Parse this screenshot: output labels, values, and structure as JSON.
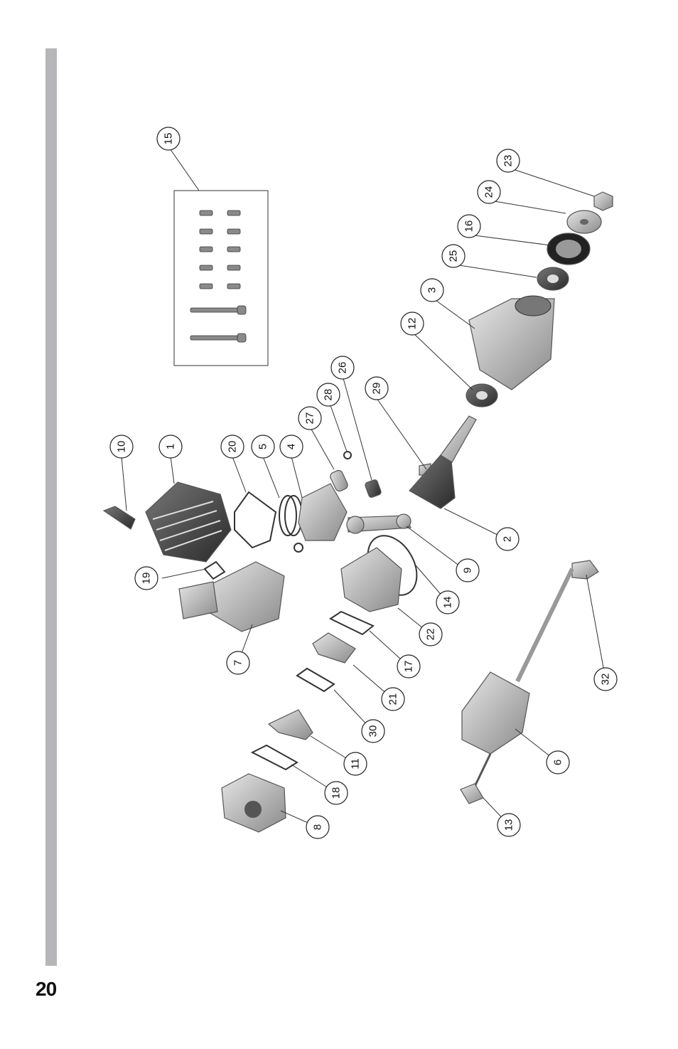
{
  "page": {
    "number": "20"
  },
  "diagram": {
    "callouts": [
      {
        "label": "1"
      },
      {
        "label": "2"
      },
      {
        "label": "3"
      },
      {
        "label": "4"
      },
      {
        "label": "5"
      },
      {
        "label": "6"
      },
      {
        "label": "7"
      },
      {
        "label": "8"
      },
      {
        "label": "9"
      },
      {
        "label": "10"
      },
      {
        "label": "11"
      },
      {
        "label": "12"
      },
      {
        "label": "13"
      },
      {
        "label": "14"
      },
      {
        "label": "15"
      },
      {
        "label": "16"
      },
      {
        "label": "17"
      },
      {
        "label": "18"
      },
      {
        "label": "19"
      },
      {
        "label": "20"
      },
      {
        "label": "21"
      },
      {
        "label": "22"
      },
      {
        "label": "23"
      },
      {
        "label": "24"
      },
      {
        "label": "25"
      },
      {
        "label": "26"
      },
      {
        "label": "27"
      },
      {
        "label": "28"
      },
      {
        "label": "29"
      },
      {
        "label": "30"
      },
      {
        "label": "32"
      }
    ]
  },
  "colors": {
    "sidebar": "#b6b6b8",
    "parts_dark": "#444444",
    "parts_mid": "#8a8a8a",
    "parts_light": "#d9d9d9"
  }
}
